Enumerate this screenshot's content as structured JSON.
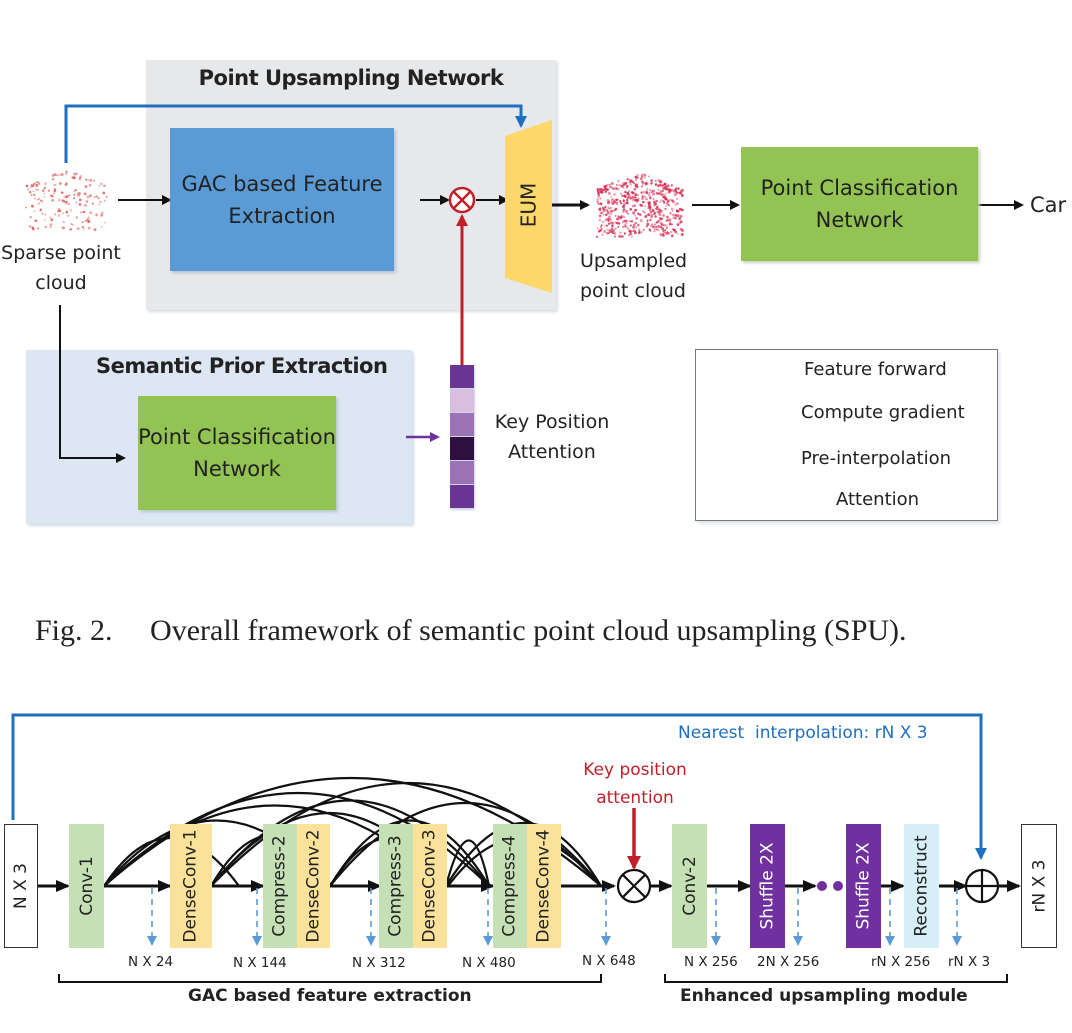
{
  "figure2": {
    "upsampling_panel_title": "Point Upsampling Network",
    "gac_box_label_line1": "GAC based Feature",
    "gac_box_label_line2": "Extraction",
    "eum_label": "EUM",
    "sparse_cloud_label_line1": "Sparse point",
    "sparse_cloud_label_line2": "cloud",
    "upsampled_cloud_label_line1": "Upsampled",
    "upsampled_cloud_label_line2": "point cloud",
    "classifier_top_line1": "Point Classification",
    "classifier_top_line2": "Network",
    "output_label": "Car",
    "semantic_panel_title": "Semantic Prior Extraction",
    "classifier_bottom_line1": "Point Classification",
    "classifier_bottom_line2": "Network",
    "attention_label_line1": "Key Position",
    "attention_label_line2": "Attention",
    "attention_vector_colors": [
      "#6a3494",
      "#d8bfe0",
      "#9b72b5",
      "#2d1040",
      "#9b72b5",
      "#6a3494"
    ],
    "legend": [
      {
        "label": "Feature forward",
        "color": "#111111"
      },
      {
        "label": "Compute gradient",
        "color": "#7030a0"
      },
      {
        "label": "Pre-interpolation",
        "color": "#1f6fbf"
      },
      {
        "label": "Attention",
        "color": "#c0202a"
      }
    ],
    "caption_prefix": "Fig. 2.",
    "caption_text": "Overall framework of semantic point cloud upsampling (SPU)."
  },
  "figure3": {
    "input_label": "N X 3",
    "output_label": "rN X 3",
    "interp_label": "Nearest  interpolation: rN X 3",
    "attention_label_line1": "Key position",
    "attention_label_line2": "attention",
    "blocks": [
      {
        "label": "Conv-1",
        "kind": "compress"
      },
      {
        "label": "DenseConv-1",
        "kind": "dense"
      },
      {
        "label": "Compress-2",
        "kind": "compress"
      },
      {
        "label": "DenseConv-2",
        "kind": "dense"
      },
      {
        "label": "Compress-3",
        "kind": "compress"
      },
      {
        "label": "DenseConv-3",
        "kind": "dense"
      },
      {
        "label": "Compress-4",
        "kind": "compress"
      },
      {
        "label": "DenseConv-4",
        "kind": "dense"
      },
      {
        "label": "Conv-2",
        "kind": "compress"
      },
      {
        "label": "Shuffle 2X",
        "kind": "shuffle"
      },
      {
        "label": "Shuffle 2X",
        "kind": "shuffle"
      },
      {
        "label": "Reconstruct",
        "kind": "reconstruct"
      }
    ],
    "dims": [
      "N X 24",
      "N X 144",
      "N X 312",
      "N X 480",
      "N X 648",
      "N X 256",
      "2N X 256",
      "rN X 256",
      "rN X 3"
    ],
    "gac_group_label": "GAC based feature extraction",
    "eum_group_label": "Enhanced upsampling module",
    "colors": {
      "compress": "#c5e0b4",
      "dense": "#fbe29a",
      "shuffle": "#7030a0",
      "reconstruct": "#d6eef6",
      "blue": "#1f6fbf",
      "red": "#c0202a",
      "dashed": "#5b9bd5"
    }
  }
}
